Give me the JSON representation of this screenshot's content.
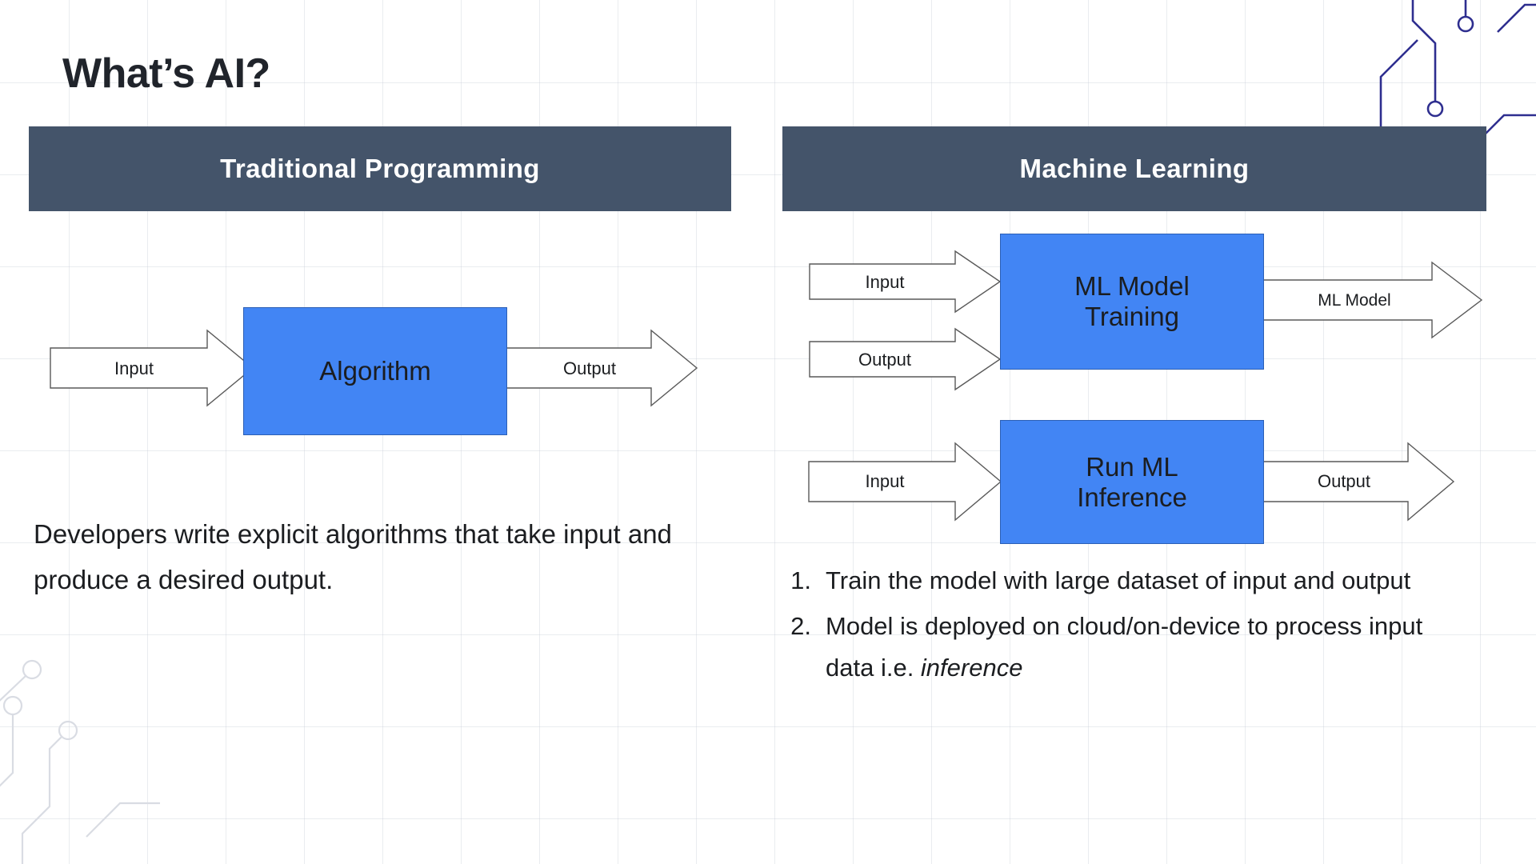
{
  "title": "What’s AI?",
  "colors": {
    "header_bar": "#44546A",
    "process_box": "#4285F4",
    "text": "#1B1D20",
    "circuit": "#2E2E8F"
  },
  "columns": {
    "left": {
      "header": "Traditional Programming"
    },
    "right": {
      "header": "Machine Learning"
    }
  },
  "diagrams": {
    "traditional": {
      "input_label": "Input",
      "box_label": "Algorithm",
      "output_label": "Output"
    },
    "ml_training": {
      "input_label": "Input",
      "output_label": "Output",
      "box_line1": "ML Model",
      "box_line2": "Training",
      "result_label": "ML Model"
    },
    "ml_inference": {
      "input_label": "Input",
      "box_line1": "Run ML",
      "box_line2": "Inference",
      "output_label": "Output"
    }
  },
  "body": {
    "left_paragraph": "Developers write explicit algorithms that take input and produce a desired output.",
    "right_list": [
      {
        "num": "1.",
        "text": "Train the model with large dataset of input and output",
        "italic_tail": ""
      },
      {
        "num": "2.",
        "text": "Model is deployed on cloud/on-device to process input data i.e. ",
        "italic_tail": "inference"
      }
    ]
  }
}
